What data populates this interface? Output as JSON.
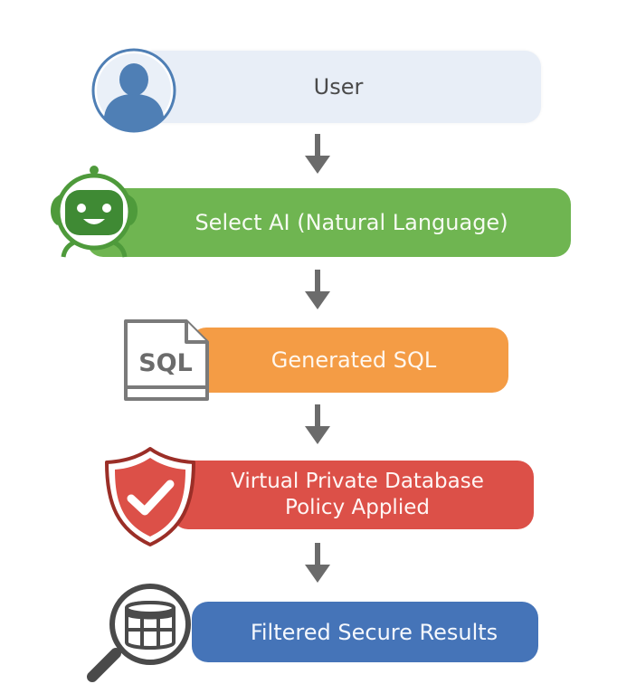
{
  "diagram": {
    "type": "vertical-flowchart",
    "steps": [
      {
        "label": "User",
        "icon": "user-icon",
        "color": "#e8eef7"
      },
      {
        "label": "Select AI (Natural Language)",
        "icon": "robot-icon",
        "color": "#6fb551"
      },
      {
        "label": "Generated SQL",
        "icon": "sql-file-icon",
        "icon_text": "SQL",
        "color": "#f49c45"
      },
      {
        "label_line1": "Virtual Private Database",
        "label_line2": "Policy Applied",
        "icon": "shield-check-icon",
        "color": "#dc5048"
      },
      {
        "label": "Filtered Secure Results",
        "icon": "database-search-icon",
        "color": "#4574b8"
      }
    ],
    "connector": "down-arrow-icon",
    "connector_color": "#6b6b6b"
  }
}
